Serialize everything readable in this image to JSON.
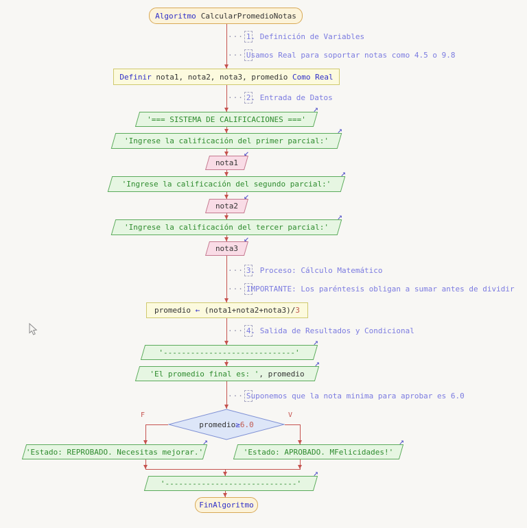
{
  "icons": {
    "comment_marker": "···",
    "output_arrow": "↗",
    "input_arrow": "↙"
  },
  "colors": {
    "background": "#f8f7f4",
    "flow_line": "#c5524e",
    "pill_fill": "#fcf3da",
    "pill_border": "#d8a855",
    "process_fill": "#fcfade",
    "process_border": "#cfc96d",
    "output_fill": "#e6f6e2",
    "output_border": "#5aaa5a",
    "output_text": "#2e8b2e",
    "input_fill": "#f9dce6",
    "input_border": "#c4798f",
    "decision_fill": "#dde6f8",
    "decision_border": "#7d8fd4",
    "keyword": "#2e2ec8",
    "number": "#c05a50",
    "comment": "#7b7be0"
  },
  "flow": {
    "start": {
      "keyword": "Algoritmo",
      "title": "CalcularPromedioNotas"
    },
    "comments": {
      "c1": "1. Definición de Variables",
      "c2": "Usamos Real para soportar notas como 4.5 o 9.8",
      "c3": "2. Entrada de Datos",
      "c4": "3. Proceso: Cálculo Matemático",
      "c5": "IMPORTANTE: Los paréntesis obligan a sumar antes de dividir",
      "c6": "4. Salida de Resultados y Condicional",
      "c7": "Suponemos que la nota minima para aprobar es 6.0"
    },
    "define": {
      "kw1": "Definir",
      "body": " nota1, nota2, nota3, promedio ",
      "kw2": "Como Real"
    },
    "outputs": {
      "header": "'=== SISTEMA DE CALIFICACIONES ==='",
      "ask1": "'Ingrese la calificación del primer parcial:'",
      "ask2": "'Ingrese la calificación del segundo parcial:'",
      "ask3": "'Ingrese la calificación del tercer parcial:'",
      "separator": "'-----------------------------'",
      "result_str": "'El promedio final es: '",
      "result_rest": ", promedio",
      "reprobado": "'Estado: REPROBADO. Necesitas mejorar.'",
      "aprobado": "'Estado: APROBADO. MFelicidades!'"
    },
    "inputs": {
      "n1": "nota1",
      "n2": "nota2",
      "n3": "nota3"
    },
    "assign": {
      "lhs": "promedio ",
      "arrow": "←",
      "expr": " (nota1+nota2+nota3)/",
      "num": "3"
    },
    "decision": {
      "var": "promedio",
      "op": "≥",
      "value": "6.0",
      "false_label": "F",
      "true_label": "V"
    },
    "end": {
      "title": "FinAlgoritmo"
    }
  }
}
